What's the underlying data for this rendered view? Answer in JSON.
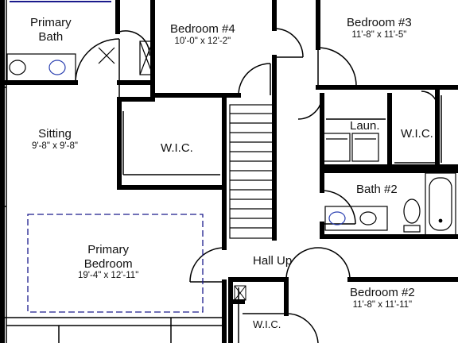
{
  "rooms": {
    "primary_bath": {
      "line1": "Primary",
      "line2": "Bath"
    },
    "bedroom4": {
      "name": "Bedroom #4",
      "dims": "10'-0\" x 12'-2\""
    },
    "bedroom3": {
      "name": "Bedroom #3",
      "dims": "11'-8\" x 11'-5\""
    },
    "sitting": {
      "name": "Sitting",
      "dims": "9'-8\" x 9'-8\""
    },
    "wic_primary": {
      "name": "W.I.C."
    },
    "laundry": {
      "name": "Laun."
    },
    "wic_bed3": {
      "name": "W.I.C."
    },
    "bath2": {
      "name": "Bath #2"
    },
    "primary_bedroom": {
      "line1": "Primary",
      "line2": "Bedroom",
      "dims": "19'-4\" x 12'-11\""
    },
    "hall": {
      "name": "Hall Up"
    },
    "bedroom2": {
      "name": "Bedroom #2",
      "dims": "11'-8\" x 11'-11\""
    },
    "wic_bed2": {
      "name": "W.I.C."
    }
  },
  "colors": {
    "wall": "#000000",
    "fixture": "#555555",
    "ceiling_outline": "#1a1a8c",
    "sink_accent": "#2a3fb0"
  }
}
